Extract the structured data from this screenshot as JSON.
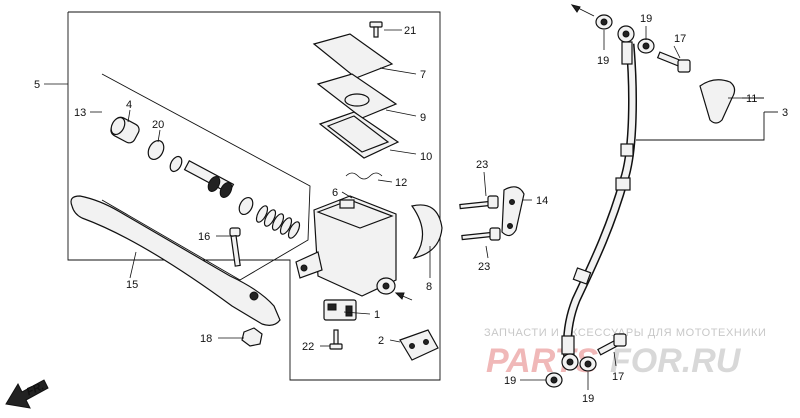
{
  "callouts": {
    "n1": "1",
    "n2": "2",
    "n3": "3",
    "n4": "4",
    "n5": "5",
    "n6": "6",
    "n7": "7",
    "n8": "8",
    "n9": "9",
    "n10": "10",
    "n11": "11",
    "n12": "12",
    "n13": "13",
    "n14": "14",
    "n15": "15",
    "n16": "16",
    "n17": "17",
    "n18": "18",
    "n19": "19",
    "n20": "20",
    "n21": "21",
    "n22": "22",
    "n23": "23"
  },
  "direction_label": "FR.",
  "watermark": {
    "caption": "ЗАПЧАСТИ И АКСЕССУАРЫ ДЛЯ МОТОТЕХНИКИ",
    "brand_a": "PARTS",
    "brand_b": "FOR.RU"
  }
}
